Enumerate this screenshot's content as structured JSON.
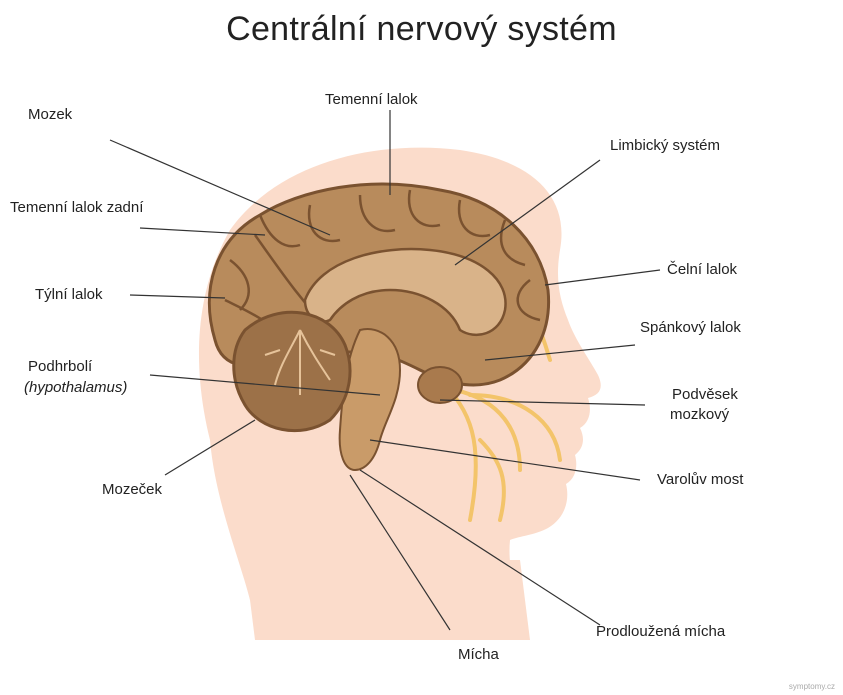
{
  "title": "Centrální nervový systém",
  "labels": {
    "mozek": "Mozek",
    "temenni_lalok": "Temenní lalok",
    "limbicky_system": "Limbický systém",
    "temenni_lalok_zadni": "Temenní lalok zadní",
    "celni_lalok": "Čelní lalok",
    "tylni_lalok": "Týlní lalok",
    "spankovy_lalok": "Spánkový lalok",
    "podhrboli": "Podhrbolí",
    "podhrboli_latin": "(hypothalamus)",
    "podvesek_line1": "Podvěsek",
    "podvesek_line2": "mozkový",
    "mozecek": "Mozeček",
    "varoluv_most": "Varolův most",
    "prodlouzena_micha": "Prodloužená mícha",
    "micha": "Mícha"
  },
  "credit": "symptomy.cz",
  "colors": {
    "skin": "#fbdccb",
    "brain": "#b88b5c",
    "brain_dark": "#7a5230",
    "cerebellum": "#9c7148",
    "nerve": "#f3c46a",
    "leader": "#333333"
  }
}
